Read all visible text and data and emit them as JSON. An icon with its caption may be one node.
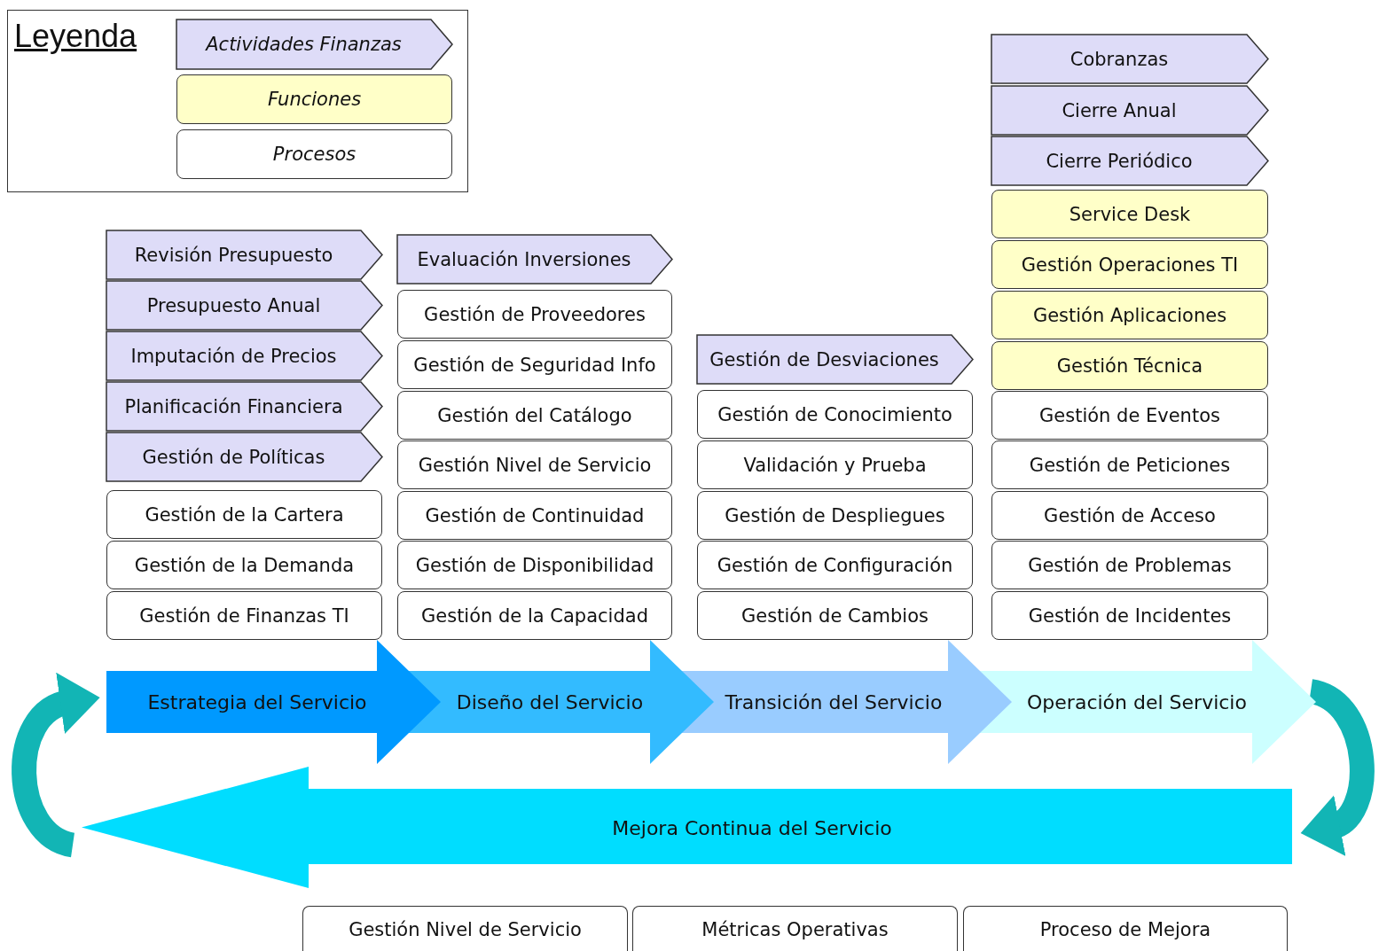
{
  "diagram": {
    "nodes": [
      {
        "text": [
          "Revisión Presupuesto"
        ]
      },
      {
        "text": [
          "Presupuesto Anual"
        ]
      },
      {
        "text": [
          "Imputación de Precios"
        ]
      },
      {
        "text": [
          "Planificación Financiera"
        ]
      },
      {
        "text": [
          "Gestión de Políticas"
        ]
      },
      {
        "text": [
          "Gestión de la Cartera"
        ]
      },
      {
        "text": [
          "Gestión de la Demanda"
        ]
      },
      {
        "text": [
          "Gestión de Finanzas TI"
        ]
      },
      {
        "text": [
          "Evaluación Inversiones"
        ]
      },
      {
        "text": [
          "Gestión de Proveedores"
        ]
      },
      {
        "text": [
          "Gestión de Seguridad Info"
        ]
      },
      {
        "text": [
          "Gestión del Catálogo"
        ]
      },
      {
        "text": [
          "Gestión Nivel de Servicio"
        ]
      },
      {
        "text": [
          "Gestión de Continuidad"
        ]
      },
      {
        "text": [
          "Gestión de Disponibilidad"
        ]
      },
      {
        "text": [
          "Gestión de la Capacidad"
        ]
      },
      {
        "text": [
          "Gestión de Desviaciones"
        ]
      },
      {
        "text": [
          "Gestión de Conocimiento"
        ]
      },
      {
        "text": [
          "Validación y Prueba"
        ]
      },
      {
        "text": [
          "Gestión de Despliegues"
        ]
      },
      {
        "text": [
          "Gestión de Configuración"
        ]
      },
      {
        "text": [
          "Gestión de Cambios"
        ]
      },
      {
        "text": [
          "Cobranzas"
        ]
      },
      {
        "text": [
          "Cierre Anual"
        ]
      },
      {
        "text": [
          "Cierre Periódico"
        ]
      },
      {
        "text": [
          "Service Desk"
        ]
      },
      {
        "text": [
          "Gestión Operaciones TI"
        ]
      },
      {
        "text": [
          "Gestión Aplicaciones"
        ]
      },
      {
        "text": [
          "Gestión Técnica"
        ]
      },
      {
        "text": [
          "Gestión de Eventos"
        ]
      },
      {
        "text": [
          "Gestión de Peticiones"
        ]
      },
      {
        "text": [
          "Gestión de Acceso"
        ]
      },
      {
        "text": [
          "Gestión de Problemas"
        ]
      },
      {
        "text": [
          "Gestión de Incidentes"
        ]
      },
      {
        "text": [
          "Estrategia del Servicio"
        ]
      },
      {
        "text": [
          "Diseño del Servicio"
        ]
      },
      {
        "text": [
          "Transición del Servicio"
        ]
      },
      {
        "text": [
          "Operación del Servicio"
        ]
      },
      {
        "text": [
          "Mejora Continua del Servicio"
        ]
      },
      {
        "text": [
          "Gestión Nivel de Servicio"
        ]
      },
      {
        "text": [
          "Métricas Operativas"
        ]
      },
      {
        "text": [
          "Proceso de Mejora"
        ]
      }
    ],
    "edges": [
      {
        "from": 37,
        "to": 38,
        "arrow": "to"
      },
      {
        "from": 38,
        "to": 34,
        "arrow": "to"
      }
    ],
    "labels": [
      "Leyenda"
    ],
    "legend": [
      {
        "text": "Actividades Finanzas",
        "color": "#dedcf8"
      },
      {
        "text": "Funciones",
        "color": "#ffffc8"
      },
      {
        "text": "Procesos",
        "color": "#ffffff"
      }
    ]
  }
}
